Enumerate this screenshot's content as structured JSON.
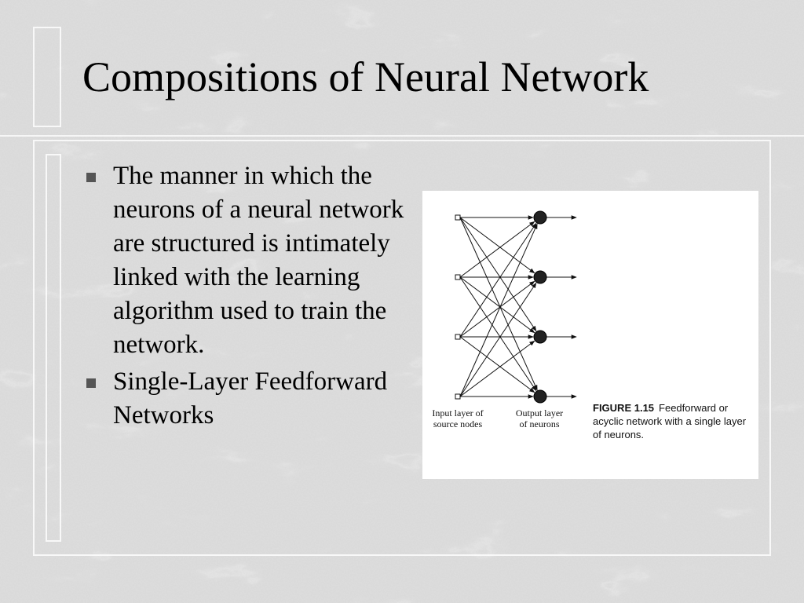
{
  "slide": {
    "title": "Compositions of Neural Network",
    "bullets": [
      "The manner in which the neurons of a neural network are structured is intimately linked with the learning algorithm used to train the network.",
      "Single-Layer Feedforward Networks"
    ]
  },
  "figure": {
    "input_label": "Input layer of source nodes",
    "output_label": "Output layer of neurons",
    "caption_number": "FIGURE 1.15",
    "caption_text": "Feedforward or acyclic network with a single layer of neurons.",
    "input_node_count": 4,
    "output_neuron_count": 4
  }
}
